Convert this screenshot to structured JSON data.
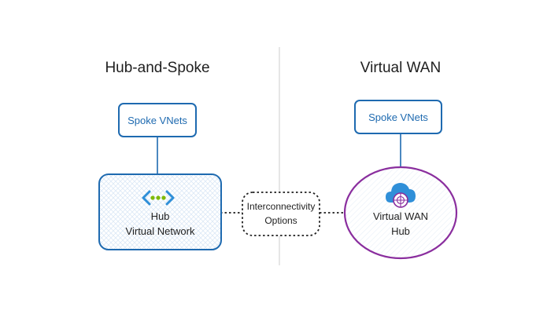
{
  "left": {
    "title": "Hub-and-Spoke",
    "spoke_label": "Spoke VNets",
    "hub_line1": "Hub",
    "hub_line2": "Virtual Network"
  },
  "right": {
    "title": "Virtual WAN",
    "spoke_label": "Spoke VNets",
    "hub_line1": "Virtual WAN",
    "hub_line2": "Hub"
  },
  "center": {
    "line1": "Interconnectivity",
    "line2": "Options"
  },
  "icons": {
    "hub_vnet": "vnet-icon",
    "vwan_hub": "cloud-globe-icon"
  },
  "colors": {
    "blue": "#1e6ab0",
    "purple": "#8a2e9e",
    "divider": "#cccccc",
    "dots": "#7fba00",
    "icon_blue": "#2f8fd8"
  }
}
